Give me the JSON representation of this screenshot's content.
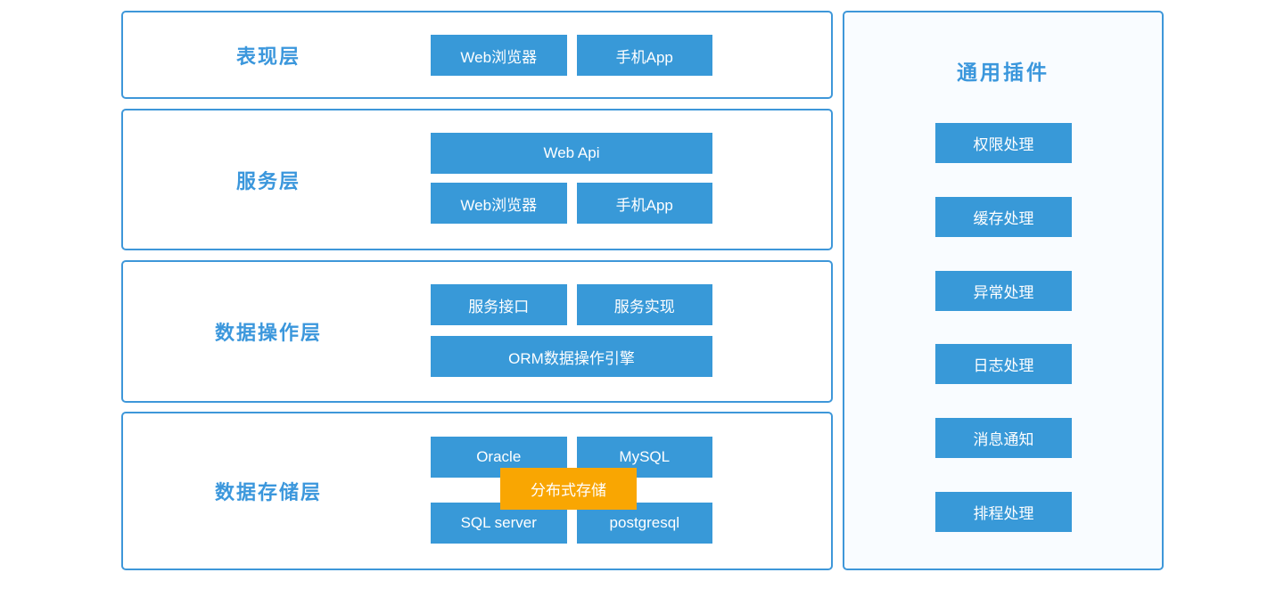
{
  "colors": {
    "accent_blue": "#3899d8",
    "border_blue": "#3e97d9",
    "text_blue": "#3b97dc",
    "orange": "#f9a602",
    "panel_bg": "#f9fcff"
  },
  "layers": [
    {
      "label": "表现层",
      "rows": [
        [
          "Web浏览器",
          "手机App"
        ]
      ]
    },
    {
      "label": "服务层",
      "rows": [
        [
          "Web Api"
        ],
        [
          "Web浏览器",
          "手机App"
        ]
      ]
    },
    {
      "label": "数据操作层",
      "rows": [
        [
          "服务接口",
          "服务实现"
        ],
        [
          "ORM数据操作引擎"
        ]
      ]
    },
    {
      "label": "数据存储层",
      "rows": [
        [
          "Oracle",
          "MySQL"
        ],
        [
          "SQL server",
          "postgresql"
        ]
      ],
      "overlay": "分布式存储"
    }
  ],
  "plugins_panel": {
    "title": "通用插件",
    "items": [
      "权限处理",
      "缓存处理",
      "异常处理",
      "日志处理",
      "消息通知",
      "排程处理"
    ]
  }
}
